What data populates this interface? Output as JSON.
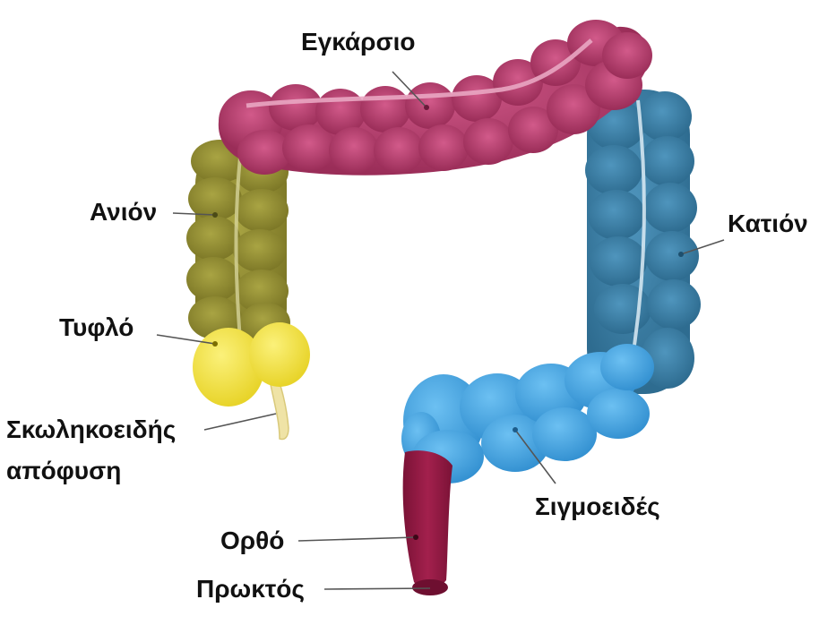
{
  "labels": {
    "transverse": "Εγκάρσιο",
    "ascending": "Ανιόν",
    "descending": "Κατιόν",
    "cecum": "Τυφλό",
    "appendix_line1": "Σκωληκοειδής",
    "appendix_line2": "απόφυση",
    "sigmoid": "Σιγμοειδές",
    "rectum": "Ορθό",
    "anus": "Πρωκτός"
  },
  "colors": {
    "transverse": "#b03a69",
    "ascending": "#8f8a32",
    "descending": "#3a7fa6",
    "cecum": "#f4e53a",
    "appendix": "#efe3a6",
    "sigmoid": "#4aa8e6",
    "rectum": "#8c1840",
    "leader_line": "#555555"
  }
}
